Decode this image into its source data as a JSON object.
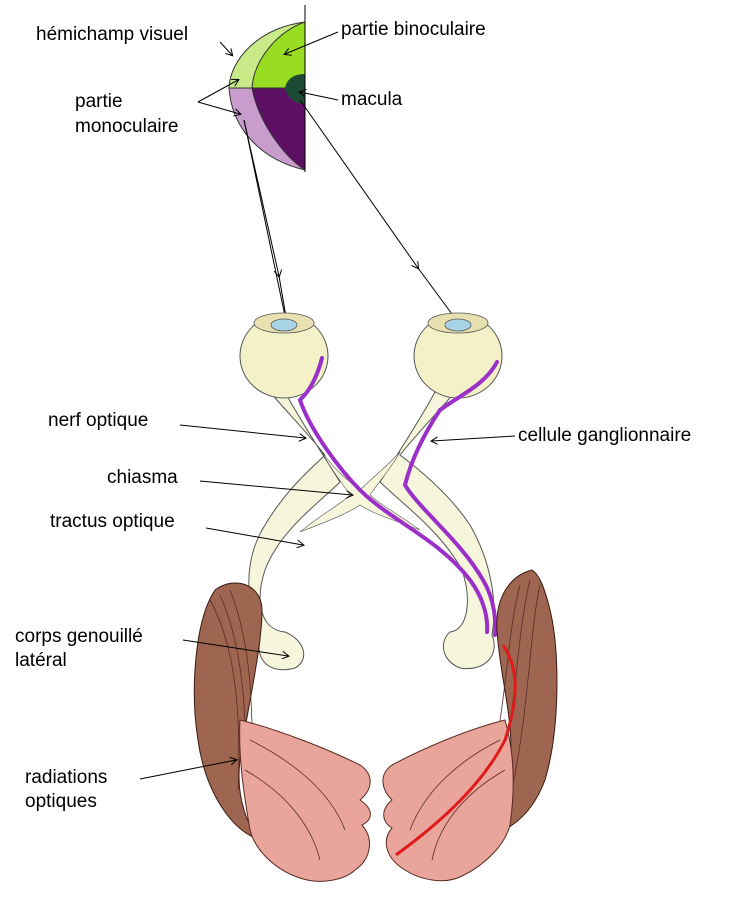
{
  "labels": {
    "hemichamp": "hémichamp visuel",
    "binoculaire": "partie binoculaire",
    "macula": "macula",
    "monoculaire_1": "partie",
    "monoculaire_2": "monoculaire",
    "nerf": "nerf optique",
    "ganglion": "cellule ganglionnaire",
    "chiasma": "chiasma",
    "tractus": "tractus optique",
    "corps_1": "corps genouillé",
    "corps_2": "latéral",
    "radiations_1": "radiations",
    "radiations_2": "optiques"
  },
  "colors": {
    "binocular_field": "#99dd22",
    "monocular_upper": "#c8ea88",
    "macula_dark": "#1d4a35",
    "monocular_lower": "#c89ccc",
    "binocular_lower": "#5c0f63",
    "pathway_fill": "#f6f6dc",
    "cornea": "#a8d4e6",
    "ganglion_fiber": "#9a30c8",
    "radiation_fiber": "#e01b1b",
    "lgn_fill": "#9e6650",
    "cortex_fill": "#e9a59b",
    "cortex_fibers": "#5a2a22"
  }
}
